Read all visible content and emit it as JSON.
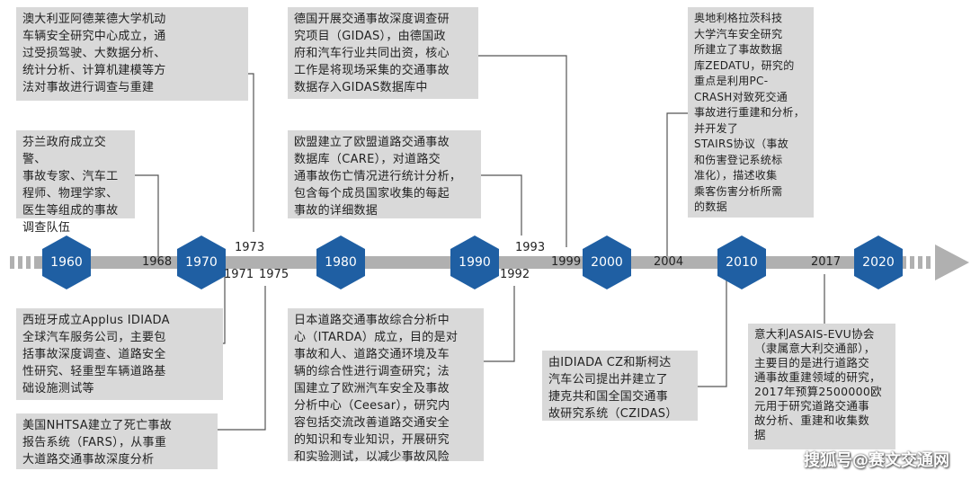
{
  "decades": [
    "1960",
    "1970",
    "1980",
    "1990",
    "2000",
    "2010",
    "2020"
  ],
  "year_labels": [
    "1968",
    "1971",
    "1973",
    "1975",
    "1992",
    "1993",
    "1999",
    "2004",
    "2017"
  ],
  "events": [
    {
      "id": "e1973",
      "text": "澳大利亚阿德莱德大学机动\n车辆安全研究中心成立，通\n过受损驾驶、大数据分析、\n统计分析、计算机建模等方\n法对事故进行调查与重建"
    },
    {
      "id": "e1968",
      "text": "芬兰政府成立交警、\n事故专家、汽车工\n程师、物理学家、\n医生等组成的事故\n调查队伍"
    },
    {
      "id": "e1971",
      "text": "西班牙成立Applus IDIADA\n全球汽车服务公司，主要包\n括事故深度调查、道路安全\n性研究、轻重型车辆道路基\n础设施测试等"
    },
    {
      "id": "e1975",
      "text": "美国NHTSA建立了死亡事故\n报告系统（FARS），从事重\n大道路交通事故深度分析"
    },
    {
      "id": "e1999",
      "text": "德国开展交通事故深度调查研\n究项目（GIDAS），由德国政\n府和汽车行业共同出资，核心\n工作是将现场采集的交通事故\n数据存入GIDAS数据库中"
    },
    {
      "id": "e1993",
      "text": "欧盟建立了欧盟道路交通事故\n数据库（CARE），对道路交\n通事故伤亡情况进行统计分析，\n包含每个成员国家收集的每起\n事故的详细数据"
    },
    {
      "id": "e1992",
      "text": "日本道路交通事故综合分析中\n心（ITARDA）成立，目的是对\n事故和人、道路交通环境及车\n辆的综合性进行调查研究；法\n国建立了欧洲汽车安全及事故\n分析中心（Ceesar），研究内\n容包括交流改善道路交通安全\n的知识和专业知识，开展研究\n和实验测试，以减少事故风险"
    },
    {
      "id": "e2004",
      "text": "奥地利格拉茨科技\n大学汽车安全研究\n所建立了事故数据\n库ZEDATU，研究的\n重点是利用PC-\nCRASH对致死交通\n事故进行重建和分析，\n并开发了\nSTAIRS协议（事故\n和伤害登记系统标\n准化），描述收集\n乘客伤害分析所需\n的数据"
    },
    {
      "id": "e2006",
      "text": "由IDIADA CZ和斯柯达\n汽车公司提出并建立了\n捷克共和国全国交通事\n故研究系统（CZIDAS）"
    },
    {
      "id": "e2017",
      "text": "意大利ASAIS-EVU协会\n（隶属意大利交通部），\n主要目的是进行道路交\n通事故重建领域的研究，\n2017年预算2500000欧\n元用于研究道路交通事\n故分析、重建和收集数\n据"
    }
  ],
  "watermark": "搜狐号@赛文交通网",
  "colors": {
    "hex": "#1f5fa3",
    "axis": "#b0b0b0",
    "box": "#d9d9d9",
    "line": "#555555"
  }
}
